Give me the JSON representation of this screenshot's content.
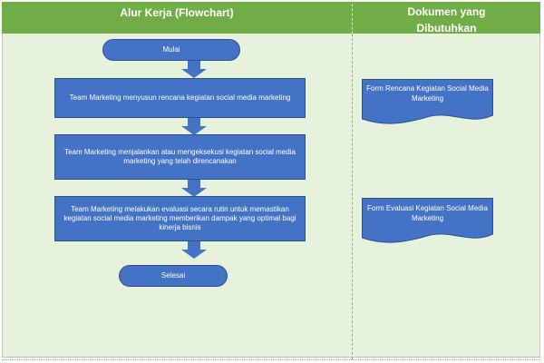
{
  "header": {
    "left_title": "Alur Kerja (Flowchart)",
    "right_title_line1": "Dokumen yang",
    "right_title_line2": "Dibutuhkan"
  },
  "flow": {
    "start": "Mulai",
    "step1": "Team Marketing menyusun rencana kegiatan social media marketing",
    "step2": "Team Marketing menjalankan atau mengeksekusi kegiatan social media marketing yang telah direncanakan",
    "step3": "Team Marketing melakukan evaluasi secara rutin untuk memastikan kegiatan social media marketing memberikan dampak yang optimal bagi kinerja bisnis",
    "end": "Selesai"
  },
  "documents": {
    "doc1": "Form Rencana Kegiatan Social Media Marketing",
    "doc2": "Form Evaluasi Kegiatan Social Media Marketing"
  },
  "colors": {
    "header_green": "#70ad47",
    "body_green": "#e6f2dc",
    "shape_blue": "#4472c4"
  }
}
